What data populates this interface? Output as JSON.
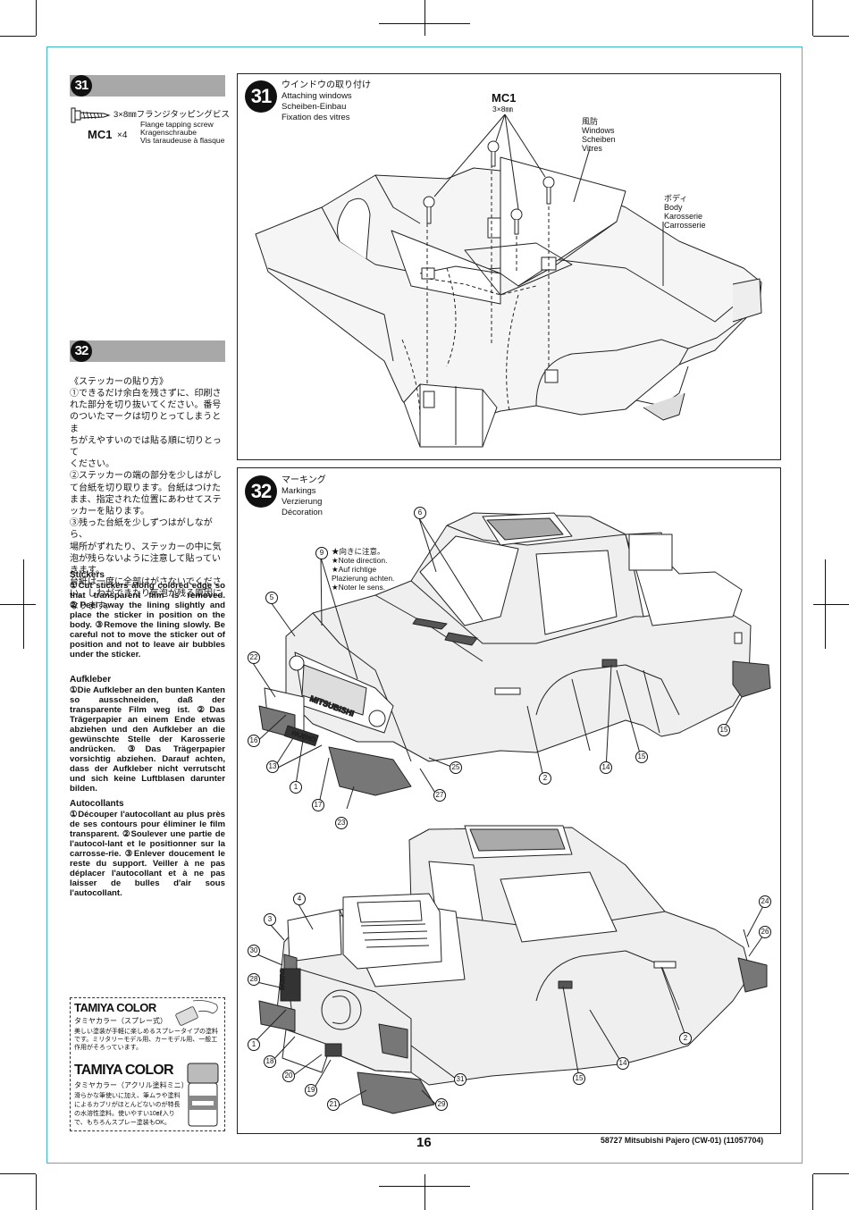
{
  "step31_sidebar": {
    "number": "31",
    "screw_spec_jp": "3×8㎜フランジタッピングビス",
    "screw_en": "Flange tapping screw",
    "screw_de": "Kragenschraube",
    "screw_fr": "Vis taraudeuse à flasque",
    "part_code": "MC1",
    "quantity": "×4"
  },
  "step32_sidebar": {
    "number": "32",
    "jp_title": "《ステッカーの貼り方》",
    "jp_lines": [
      "①できるだけ余白を残さずに、印刷さ",
      "れた部分を切り抜いてください。番号",
      "のついたマークは切りとってしまうとま",
      "ちがえやすいのでは貼る順に切りとって",
      "ください。",
      "②ステッカーの端の部分を少しはがし",
      "て台紙を切り取ります。台紙はつけた",
      "まま、指定された位置にあわせてステ",
      "ッカーを貼ります。",
      "③残った台紙を少しずつはがしながら、",
      "場所がずれたり、ステッカーの中に気",
      "泡が残らないように注意して貼ってい",
      "きます。",
      "台紙は一度に全部はがさないでくださ",
      "い。しわができたり気泡が残る原因に",
      "なります。"
    ],
    "en_title": "Stickers",
    "en_text": "①Cut stickers along colored edge so that transparent film is removed. ②Peel away the lining slightly and place the sticker in position on the body. ③Remove the lining slowly. Be careful not to move the sticker out of position and not to leave air bubbles under the sticker.",
    "de_title": "Aufkleber",
    "de_text": "①Die Aufkleber an den bunten Kanten so ausschneiden, daß der transparente Film weg ist. ②Das Trägerpapier an einem Ende etwas abziehen und den Aufkleber an die gewünschte Stelle der Karosserie andrücken. ③Das Trägerpapier vorsichtig abziehen. Darauf achten, dass der Aufkleber nicht verrutscht und sich keine Luftblasen darunter bilden.",
    "fr_title": "Autocollants",
    "fr_text": "①Découper l'autocollant au plus près de ses contours pour éliminer le film transparent. ②Soulever une partie de l'autocol-lant et le positionner sur la carrosse-rie. ③Enlever doucement le reste du support. Veiller à ne pas déplacer l'autocollant et à ne pas laisser de bulles d'air sous l'autocollant."
  },
  "tamiya_box": {
    "logo1": "TAMIYA COLOR",
    "sub1": "タミヤカラー（スプレー式）",
    "desc1": "美しい塗装が手軽に楽しめるスプレータイプの塗料です。ミリタリーモデル用、カーモデル用、一般工作用がそろっています。",
    "logo2": "TAMIYA COLOR",
    "sub2": "タミヤカラー（アクリル塗料ミニ）",
    "desc2": "滑らかな筆使いに加え、筆ムラや塗料によるカブリがほとんどないのが特長の水溶性塗料。使いやすい10㎖入りで、もちろんスプレー塗装もOK。"
  },
  "panel31": {
    "number": "31",
    "title_jp": "ウインドウの取り付け",
    "title_en": "Attaching windows",
    "title_de": "Scheiben-Einbau",
    "title_fr": "Fixation des vitres",
    "screw_code": "MC1",
    "screw_size": "3×8㎜",
    "windows_jp": "風防",
    "windows_en": "Windows",
    "windows_de": "Scheiben",
    "windows_fr": "Vitres",
    "body_jp": "ボディ",
    "body_en": "Body",
    "body_de": "Karosserie",
    "body_fr": "Carrosserie"
  },
  "panel32": {
    "number": "32",
    "title_jp": "マーキング",
    "title_en": "Markings",
    "title_de": "Verzierung",
    "title_fr": "Décoration",
    "note_jp": "★向きに注意。",
    "note_en": "★Note direction.",
    "note_de1": "★Auf richtige",
    "note_de2": "Plazierung achten.",
    "note_fr": "★Noter le sens.",
    "front_callouts": [
      "6",
      "9",
      "5",
      "22",
      "16",
      "13",
      "1",
      "17",
      "23",
      "27",
      "25",
      "2",
      "14",
      "15",
      "15"
    ],
    "rear_callouts": [
      "4",
      "3",
      "30",
      "28",
      "1",
      "18",
      "20",
      "19",
      "21",
      "29",
      "31",
      "15",
      "14",
      "2",
      "24",
      "26"
    ],
    "sticker_texts": [
      "MITSUBISHI",
      "PAJERO",
      "PAJERO"
    ]
  },
  "footer": {
    "page_number": "16",
    "product": "58727  Mitsubishi Pajero (CW-01) (11057704)"
  }
}
